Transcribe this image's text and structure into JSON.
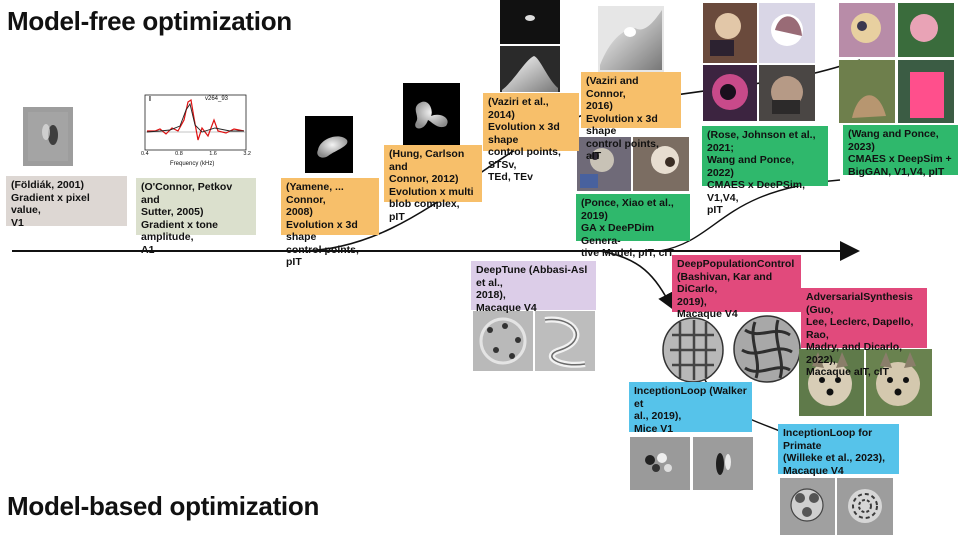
{
  "headings": {
    "top": "Model-free optimization",
    "bottom": "Model-based optimization"
  },
  "chart_inset": {
    "title": "v264_93",
    "xlabel": "Frequency (kHz)",
    "ticks": [
      "0.4",
      "0.8",
      "1.6",
      "3.2"
    ],
    "panel": "I"
  },
  "boxes": [
    {
      "id": "foldiak",
      "lines": [
        "(Földiák, 2001)",
        "Gradient x pixel value,",
        "V1"
      ]
    },
    {
      "id": "oconnor",
      "lines": [
        "(O'Connor, Petkov and",
        "Sutter, 2005)",
        "Gradient x tone amplitude,",
        "A1"
      ]
    },
    {
      "id": "yamene",
      "lines": [
        "(Yamene, ... Connor,",
        "2008)",
        "Evolution x 3d shape",
        "control points, pIT"
      ]
    },
    {
      "id": "hung",
      "lines": [
        "(Hung, Carlson and",
        "Connor, 2012)",
        "Evolution x multi",
        "blob complex, pIT"
      ]
    },
    {
      "id": "vaziri2014",
      "lines": [
        "(Vaziri et al., 2014)",
        "Evolution x 3d shape",
        "control points, STSv,",
        "TEd, TEv"
      ]
    },
    {
      "id": "vaziri2016",
      "lines": [
        "(Vaziri and Connor,",
        "2016)",
        "Evolution x 3d shape",
        "control points, aIT"
      ]
    },
    {
      "id": "ponce2019",
      "lines": [
        "(Ponce, Xiao et al., 2019)",
        "GA x DeePDim Genera-",
        "tive Model, pIT, cIT"
      ]
    },
    {
      "id": "rose",
      "lines": [
        "(Rose, Johnson et al., 2021;",
        "Wang and Ponce, 2022)",
        "CMAES x DeePSim, V1,V4,",
        "pIT"
      ]
    },
    {
      "id": "wang2023",
      "lines": [
        "(Wang and Ponce, 2023)",
        "CMAES x DeepSim +",
        "BigGAN, V1,V4, pIT"
      ]
    },
    {
      "id": "deeptune",
      "lines": [
        "DeepTune (Abbasi-Asl et al.,",
        "2018),",
        "Macaque V4"
      ]
    },
    {
      "id": "deeppop",
      "lines": [
        "DeepPopulationControl",
        "(Bashivan, Kar and DiCarlo,",
        "2019),",
        "Macaque V4"
      ]
    },
    {
      "id": "adversarial",
      "lines": [
        "AdversarialSynthesis (Guo,",
        "Lee, Leclerc, Dapello, Rao,",
        "Madry, and Dicarlo, 2022),",
        "Macaque aIT, cIT"
      ]
    },
    {
      "id": "inceptionloop",
      "lines": [
        "InceptionLoop (Walker et",
        "al., 2019),",
        "Mice V1"
      ]
    },
    {
      "id": "inceptionprimate",
      "lines": [
        "InceptionLoop for Primate",
        "(Willeke et al., 2023),",
        "Macaque V4"
      ]
    }
  ],
  "colors": {
    "gray": "#ddd7d3",
    "sage": "#dbe0cd",
    "orange": "#f7bf6a",
    "green": "#2fb86c",
    "lilac": "#dccde8",
    "pink": "#e14a7c",
    "cyan": "#56c3ea",
    "axis": "#111111"
  }
}
